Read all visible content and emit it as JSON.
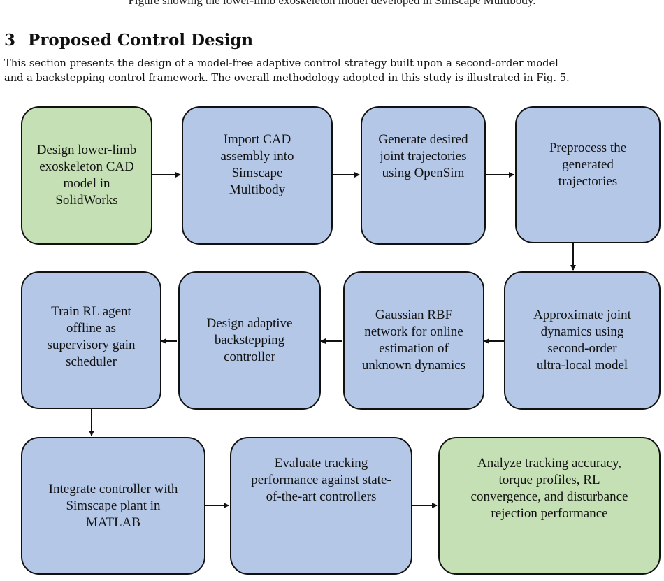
{
  "page": {
    "cropped_caption": "Figure showing the lower-limb exoskeleton model developed in Simscape Multibody.",
    "section_number": "3",
    "section_title": "Proposed Control Design",
    "paragraph_lines": [
      "This section presents the design of a model-free adaptive control strategy built upon a second-order model",
      "and a backstepping control framework. The overall methodology adopted in this study is illustrated in Fig. 5."
    ]
  },
  "flowchart": {
    "steps": [
      {
        "id": "design-cad",
        "text": "Design lower-limb exoskeleton CAD model in SolidWorks",
        "color": "#c5e0b4"
      },
      {
        "id": "import-cad",
        "text": "Import CAD assembly into Simscape Multibody",
        "color": "#b4c7e7"
      },
      {
        "id": "generate-trajectories",
        "text": "Generate desired joint trajectories using OpenSim",
        "color": "#b4c7e7"
      },
      {
        "id": "preprocess",
        "text": "Preprocess the generated trajectories",
        "color": "#b4c7e7"
      },
      {
        "id": "approximate-dynamics",
        "text": "Approximate joint dynamics using second-order ultra-local model",
        "color": "#b4c7e7"
      },
      {
        "id": "rbf-network",
        "text": "Gaussian RBF network for online estimation of unknown dynamics",
        "color": "#b4c7e7"
      },
      {
        "id": "backstepping",
        "text": "Design adaptive backstepping controller",
        "color": "#b4c7e7"
      },
      {
        "id": "train-rl",
        "text": "Train RL agent offline as supervisory gain scheduler",
        "color": "#b4c7e7"
      },
      {
        "id": "integrate",
        "text": "Integrate controller with Simscape plant in MATLAB",
        "color": "#b4c7e7"
      },
      {
        "id": "evaluate",
        "text": "Evaluate tracking performance against state-of-the-art controllers",
        "color": "#b4c7e7"
      },
      {
        "id": "analyze",
        "text": "Analyze tracking accuracy, torque profiles, RL convergence, and disturbance rejection performance",
        "color": "#c5e0b4"
      }
    ]
  }
}
